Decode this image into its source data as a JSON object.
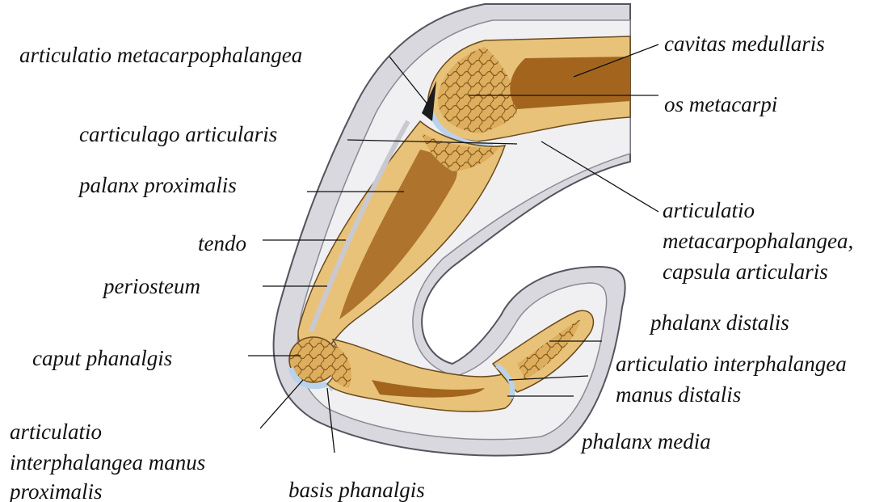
{
  "labels": {
    "art_metacarpophalangea": "articulatio metacarpophalangea",
    "cavitas_medullaris": "cavitas medullaris",
    "os_metacarpi": "os metacarpi",
    "carticulago_articularis": "carticulago articularis",
    "palanx_proximalis": "palanx proximalis",
    "capsula_line1": "articulatio",
    "capsula_line2": "metacarpophalangea,",
    "capsula_line3": "capsula articularis",
    "tendo": "tendo",
    "periosteum": "periosteum",
    "phalanx_distalis": "phalanx distalis",
    "caput_phanalgis": "caput phanalgis",
    "art_interph_distalis_line1": "articulatio interphalangea",
    "art_interph_distalis_line2": "manus distalis",
    "art_interph_proximalis_line1": "articulatio",
    "art_interph_proximalis_line2": "interphalangea manus",
    "art_interph_proximalis_line3": "proximalis",
    "phalanx_media": "phalanx media",
    "basis_phanalgis": "basis phanalgis"
  },
  "colors": {
    "skin": "#d8d8de",
    "soft_tissue": "#f0f0f3",
    "bone": "#d9a24e",
    "bone_cortex": "#e9c27a",
    "marrow": "#a3651e",
    "cartilage": "#b9d3ec",
    "outline": "#555560"
  }
}
